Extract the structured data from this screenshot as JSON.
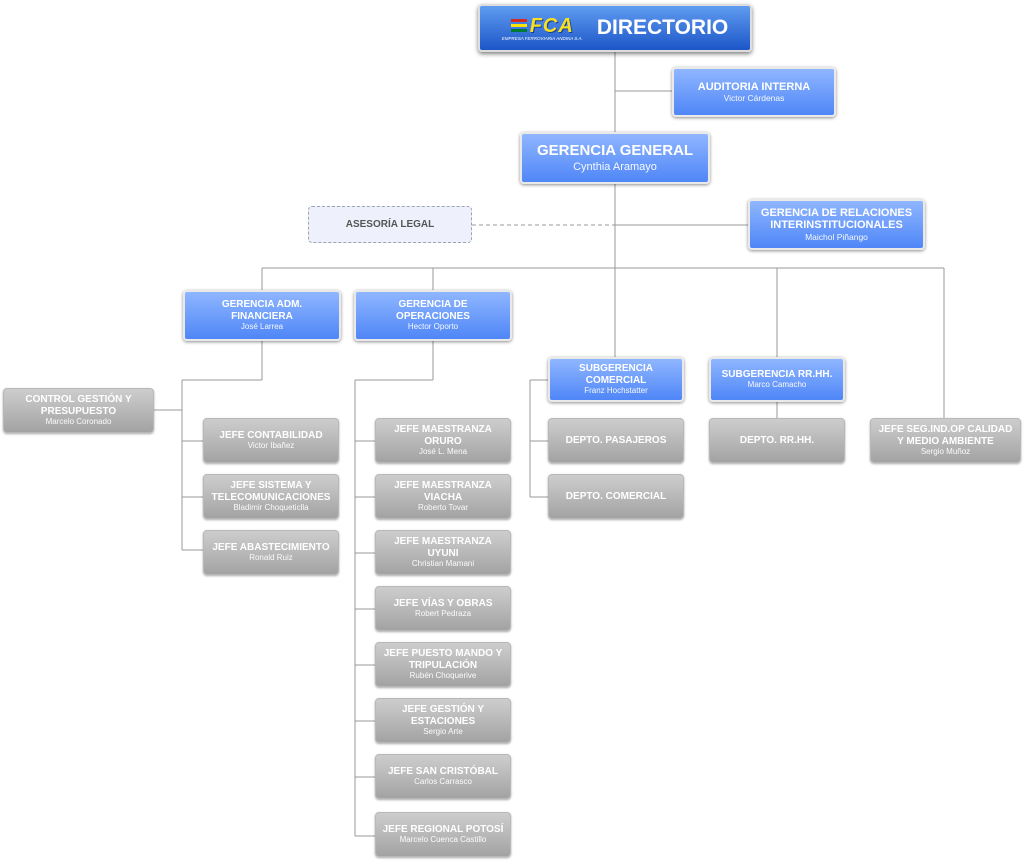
{
  "root": {
    "logo_text": "FCA",
    "logo_subtitle": "EMPRESA FERROVIARIA ANDINA S.A.",
    "title": "DIRECTORIO"
  },
  "nodes": {
    "auditoria": {
      "title": "AUDITORIA INTERNA",
      "name": "Victor Cárdenas"
    },
    "gerencia_general": {
      "title": "GERENCIA GENERAL",
      "name": "Cynthia Aramayo"
    },
    "asesoria": {
      "title": "ASESORÍA LEGAL"
    },
    "relaciones": {
      "title": "GERENCIA DE RELACIONES INTERINSTITUCIONALES",
      "name": "Maichol Piñango"
    },
    "adm_financiera": {
      "title": "GERENCIA ADM. FINANCIERA",
      "name": "José Larrea"
    },
    "operaciones": {
      "title": "GERENCIA DE OPERACIONES",
      "name": "Hector Oporto"
    },
    "sub_comercial": {
      "title": "SUBGERENCIA COMERCIAL",
      "name": "Franz Hochstatter"
    },
    "sub_rrhh": {
      "title": "SUBGERENCIA RR.HH.",
      "name": "Marco Camacho"
    },
    "seguridad": {
      "title": "JEFE SEG.IND.OP CALIDAD Y MEDIO AMBIENTE",
      "name": "Sergio Muñoz"
    },
    "control": {
      "title": "CONTROL GESTIÓN Y PRESUPUESTO",
      "name": "Marcelo Coronado"
    },
    "contabilidad": {
      "title": "JEFE CONTABILIDAD",
      "name": "Victor Ibañez"
    },
    "sistemas": {
      "title": "JEFE SISTEMA Y TELECOMUNICACIONES",
      "name": "Bladimir Choqueticlla"
    },
    "abastecimiento": {
      "title": "JEFE ABASTECIMIENTO",
      "name": "Ronald Ruiz"
    },
    "oruro": {
      "title": "JEFE MAESTRANZA ORURO",
      "name": "José L. Mena"
    },
    "viacha": {
      "title": "JEFE MAESTRANZA VIACHA",
      "name": "Roberto Tovar"
    },
    "uyuni": {
      "title": "JEFE MAESTRANZA UYUNI",
      "name": "Christian Mamani"
    },
    "vias": {
      "title": "JEFE VÍAS Y OBRAS",
      "name": "Robert Pedraza"
    },
    "puesto": {
      "title": "JEFE PUESTO MANDO Y TRIPULACIÓN",
      "name": "Rubén Choquerive"
    },
    "gestion": {
      "title": "JEFE GESTIÓN Y ESTACIONES",
      "name": "Sergio Arte"
    },
    "san_cristobal": {
      "title": "JEFE SAN CRISTÓBAL",
      "name": "Carlos Carrasco"
    },
    "potosi": {
      "title": "JEFE REGIONAL POTOSÍ",
      "name": "Marcelo Cuenca Castillo"
    },
    "pasajeros": {
      "title": "DEPTO. PASAJEROS"
    },
    "comercial": {
      "title": "DEPTO. COMERCIAL"
    },
    "rrhh": {
      "title": "DEPTO. RR.HH."
    }
  },
  "colors": {
    "root_blue": "#1d56c8",
    "node_blue": "#4f86f7",
    "node_gray": "#a3a3a3",
    "connector": "#9a9a9a"
  }
}
